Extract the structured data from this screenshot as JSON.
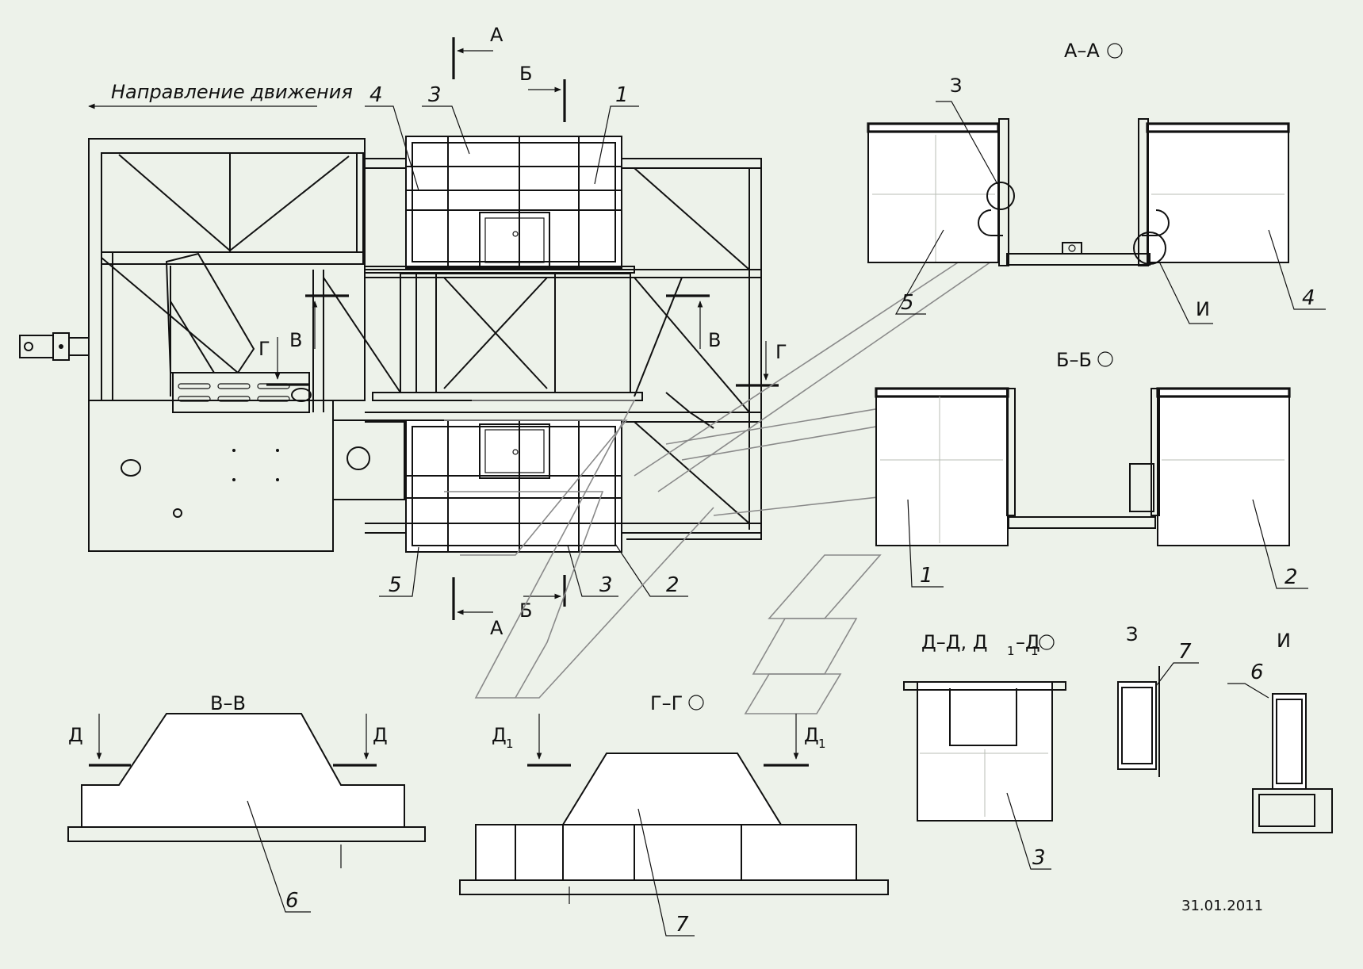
{
  "direction_label": "Направление движения",
  "date": "31.01.2011",
  "section_titles": {
    "aa": "А–А",
    "bb": "Б–Б",
    "vv": "В–В",
    "gg": "Г–Г",
    "dd_main": "Д–Д, Д",
    "dd_mid": "–Д",
    "dd_sub": "1",
    "detail_z": "З",
    "detail_i": "И"
  },
  "cut_letters": {
    "a": "А",
    "b": "Б",
    "v": "В",
    "g": "Г",
    "d": "Д",
    "d1_main": "Д",
    "d1_sub": "1",
    "z": "З",
    "i": "И"
  },
  "part_numbers": [
    "1",
    "2",
    "3",
    "4",
    "5",
    "6",
    "7"
  ],
  "icons": [
    "rotation-mark-icon",
    "direction-arrow-icon",
    "section-arrow-icon"
  ]
}
